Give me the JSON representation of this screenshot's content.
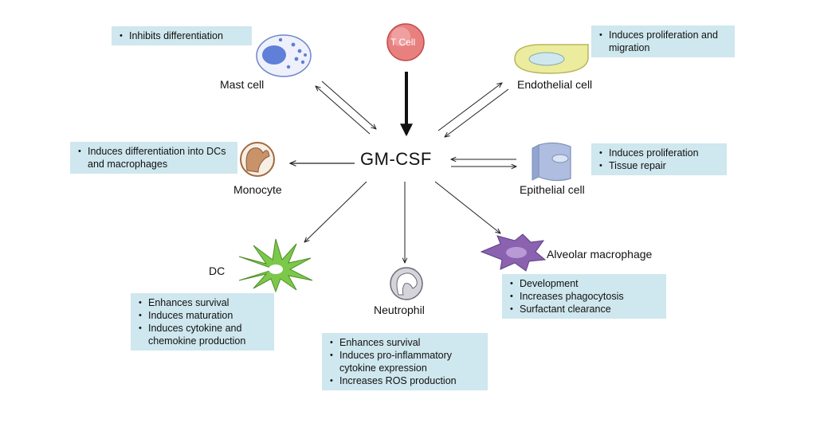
{
  "center": {
    "label": "GM-CSF"
  },
  "cells": {
    "t_cell": {
      "label": "T Cell"
    },
    "mast_cell": {
      "label": "Mast cell",
      "effects": [
        "Inhibits differentiation"
      ]
    },
    "endothelial": {
      "label": "Endothelial cell",
      "effects": [
        "Induces proliferation and migration"
      ]
    },
    "monocyte": {
      "label": "Monocyte",
      "effects": [
        "Induces differentiation into DCs and macrophages"
      ]
    },
    "epithelial": {
      "label": "Epithelial cell",
      "effects": [
        "Induces proliferation",
        "Tissue repair"
      ]
    },
    "dc": {
      "label": "DC",
      "effects": [
        "Enhances survival",
        "Induces maturation",
        "Induces cytokine and chemokine production"
      ]
    },
    "neutrophil": {
      "label": "Neutrophil",
      "effects": [
        "Enhances survival",
        "Induces pro-inflammatory cytokine expression",
        "Increases ROS production"
      ]
    },
    "alveolar": {
      "label": "Alveolar macrophage",
      "effects": [
        "Development",
        "Increases phagocytosis",
        "Surfactant clearance"
      ]
    }
  },
  "colors": {
    "box_fill": "#cfe7ee",
    "t_cell": "#e98080",
    "mast_cell": "#8ea4e0",
    "endothelial": "#ecec9e",
    "monocyte": "#c8926a",
    "epithelial": "#aebde0",
    "dc": "#7cc84a",
    "neutrophil": "#a7a7b0",
    "alveolar": "#8a62b0"
  }
}
